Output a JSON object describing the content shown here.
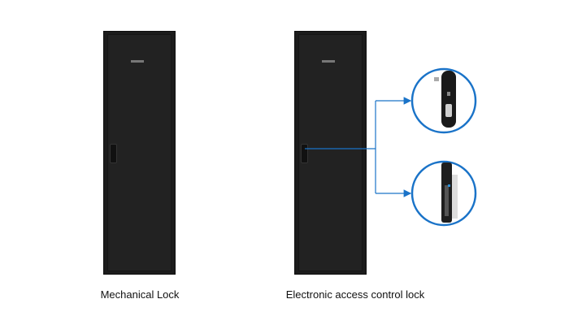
{
  "labels": {
    "mechanical": "Mechanical Lock",
    "electronic": "Electronic access control lock"
  },
  "colors": {
    "accent": "#1a73c8",
    "cabinet": "#1c1c1c"
  },
  "icons": [
    "cabinet-mechanical",
    "cabinet-electronic",
    "lock-fingerprint",
    "lock-keypad"
  ]
}
